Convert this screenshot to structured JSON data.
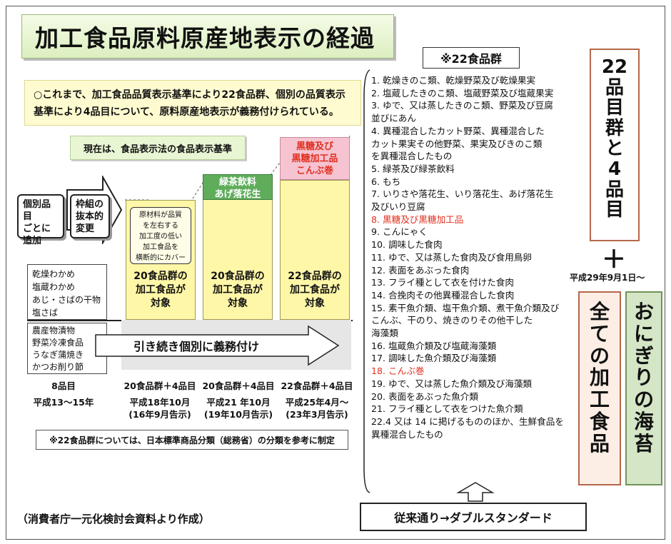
{
  "title": "加工食品原料原産地表示の経過",
  "intro_note": [
    "○これまで、加工食品品質表示基準により22食品群、個別の品質表示",
    "基準により4品目について、原料原産地表示が義務付けられている。"
  ],
  "current_standard": "現在は、食品表示法の食品表示基準",
  "individual_box": [
    "個別品目",
    "ごとに",
    "追加"
  ],
  "framework_box": [
    "枠組の",
    "抜本的",
    "変更"
  ],
  "cross_note": [
    "原材料が品質",
    "を左右する",
    "加工度の低い",
    "加工食品を",
    "横断的にカバー"
  ],
  "green_label": [
    "緑茶飲料",
    "あげ落花生"
  ],
  "pink_label": [
    "黒糖及び",
    "黒糖加工品",
    "こんぶ巻"
  ],
  "col_labels": [
    [
      "20食品群の",
      "加工食品が",
      "対象"
    ],
    [
      "20食品群の",
      "加工食品が",
      "対象"
    ],
    [
      "22食品群の",
      "加工食品が",
      "対象"
    ]
  ],
  "upper_items": [
    "乾燥わかめ",
    "塩蔵わかめ",
    "あじ・さばの干物",
    "塩さば"
  ],
  "lower_items": [
    "農産物漬物",
    "野菜冷凍食品",
    "うなぎ蒲焼き",
    "かつお削り節"
  ],
  "continue_arrow": "引き続き個別に義務付け",
  "footer": [
    {
      "count": "8品目",
      "date": "平成13～15年",
      "notice": ""
    },
    {
      "count": "20食品群＋4品目",
      "date": "平成18年10月",
      "notice": "(16年9月告示)"
    },
    {
      "count": "20食品群＋4品目",
      "date": "平成21 年10月",
      "notice": "(19年10月告示)"
    },
    {
      "count": "22食品群＋4品目",
      "date": "平成25年4月～",
      "notice": "(23年3月告示)"
    }
  ],
  "bottom_note": "※22食品群については、日本標準商品分類（総務省）の分類を参考に制定",
  "source": "（消費者庁一元化検討会資料より作成）",
  "group_header": "※22食品群",
  "group_list": [
    {
      "t": "1. 乾燥きのこ類、乾燥野菜及び乾燥果実"
    },
    {
      "t": "2. 塩蔵したきのこ類、塩蔵野菜及び塩蔵果実"
    },
    {
      "t": "3. ゆで、又は蒸したきのこ類、野菜及び豆腐"
    },
    {
      "t": "   並びにあん"
    },
    {
      "t": "4. 異種混合したカット野菜、異種混合した"
    },
    {
      "t": "   カット果実その他野菜、果実及びきのこ類"
    },
    {
      "t": "   を異種混合したもの"
    },
    {
      "t": "5. 緑茶及び緑茶飲料"
    },
    {
      "t": "6. もち"
    },
    {
      "t": "7. いりさや落花生、いり落花生、あげ落花生"
    },
    {
      "t": "   及びいり豆腐"
    },
    {
      "t": "8. 黒糖及び黒糖加工品",
      "red": true
    },
    {
      "t": "9. こんにゃく"
    },
    {
      "t": "10. 調味した食肉"
    },
    {
      "t": "11. ゆで、又は蒸した食肉及び食用鳥卵"
    },
    {
      "t": "12. 表面をあぶった食肉"
    },
    {
      "t": "13. フライ種として衣を付けた食肉"
    },
    {
      "t": "14. 合挽肉その他異種混合した食肉"
    },
    {
      "t": "15. 素干魚介類、塩干魚介類、煮干魚介類及び"
    },
    {
      "t": "   こんぶ、干のり、焼きのりその他干した"
    },
    {
      "t": "   海藻類"
    },
    {
      "t": "16. 塩蔵魚介類及び塩蔵海藻類"
    },
    {
      "t": "17. 調味した魚介類及び海藻類"
    },
    {
      "t": "18. こんぶ巻",
      "red": true
    },
    {
      "t": "19. ゆで、又は蒸した魚介類及び海藻類"
    },
    {
      "t": "20. 表面をあぶった魚介類"
    },
    {
      "t": "21. フライ種として衣をつけた魚介類"
    },
    {
      "t": "22.4 又は 14 に掲げるもののほか、生鮮食品を"
    },
    {
      "t": "   異種混合したもの"
    }
  ],
  "right_top": [
    "22",
    "品",
    "目",
    "群",
    "と",
    "4",
    "品",
    "目"
  ],
  "plus": "＋",
  "start_date": "平成29年9月1日～",
  "all_processed": [
    "全",
    "て",
    "の",
    "加",
    "工",
    "食",
    "品"
  ],
  "onigiri": [
    "お",
    "に",
    "ぎ",
    "り",
    "の",
    "海",
    "苔"
  ],
  "double_standard": "従来通り→ダブルスタンダード"
}
